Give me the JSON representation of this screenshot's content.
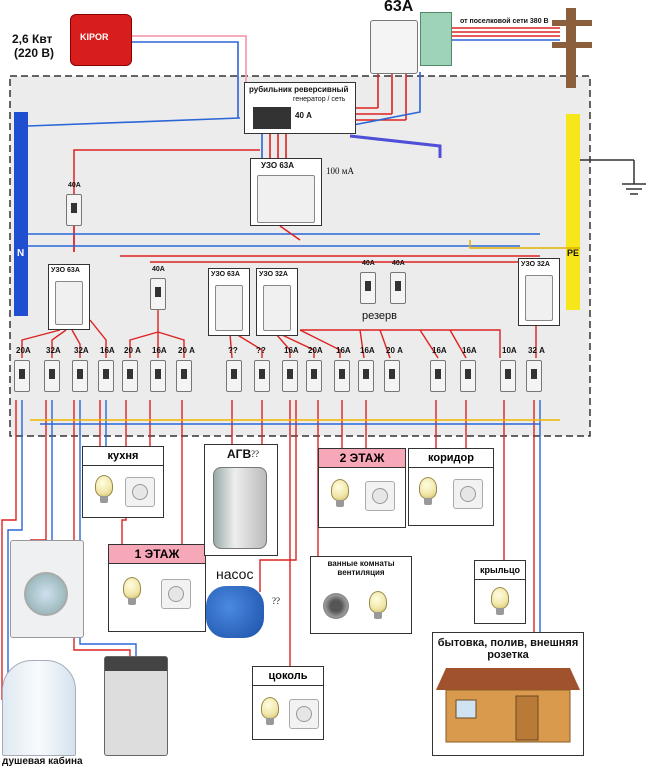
{
  "generator": {
    "power": "2,6 Квт",
    "voltage": "(220 В)",
    "brand": "KIPOR"
  },
  "main_breaker": "63A",
  "grid_label": "от поселковой сети 380 В",
  "switch": {
    "title": "рубильник реверсивный",
    "subtitle": "генератор / сеть",
    "rating": "40 А"
  },
  "rcd_main": "УЗО 63А",
  "rcd_current": "100 мА",
  "neutral_bus": "N",
  "earth_bus": "PE",
  "rcd_left": "УЗО 63А",
  "rcd_mid1": "УЗО 63А",
  "rcd_mid2": "УЗО 32А",
  "rcd_right": "УЗО 32А",
  "brk_40a_left": "40А",
  "brk_40a_mid": "40А",
  "brk_40a_res1": "40А",
  "brk_40a_res2": "40А",
  "reserve": "резерв",
  "row_breakers": [
    "20А",
    "32А",
    "32А",
    "16А",
    "20 А",
    "16А",
    "20 А",
    "??",
    "??",
    "16А",
    "20А",
    "16А",
    "16А",
    "20 А",
    "16А",
    "16А",
    "10А",
    "32 А"
  ],
  "rooms": {
    "kitchen": "кухня",
    "floor1": "1 ЭТАЖ",
    "agv": "АГВ",
    "agv_q": "??",
    "pump": "насос",
    "pump_q": "??",
    "floor2": "2 ЭТАЖ",
    "corridor": "коридор",
    "bathrooms": "ванные комнаты вентиляция",
    "porch": "крыльцо",
    "plinth": "цоколь",
    "shed": "бытовка, полив, внешняя розетка",
    "shower": "душевая кабина"
  }
}
